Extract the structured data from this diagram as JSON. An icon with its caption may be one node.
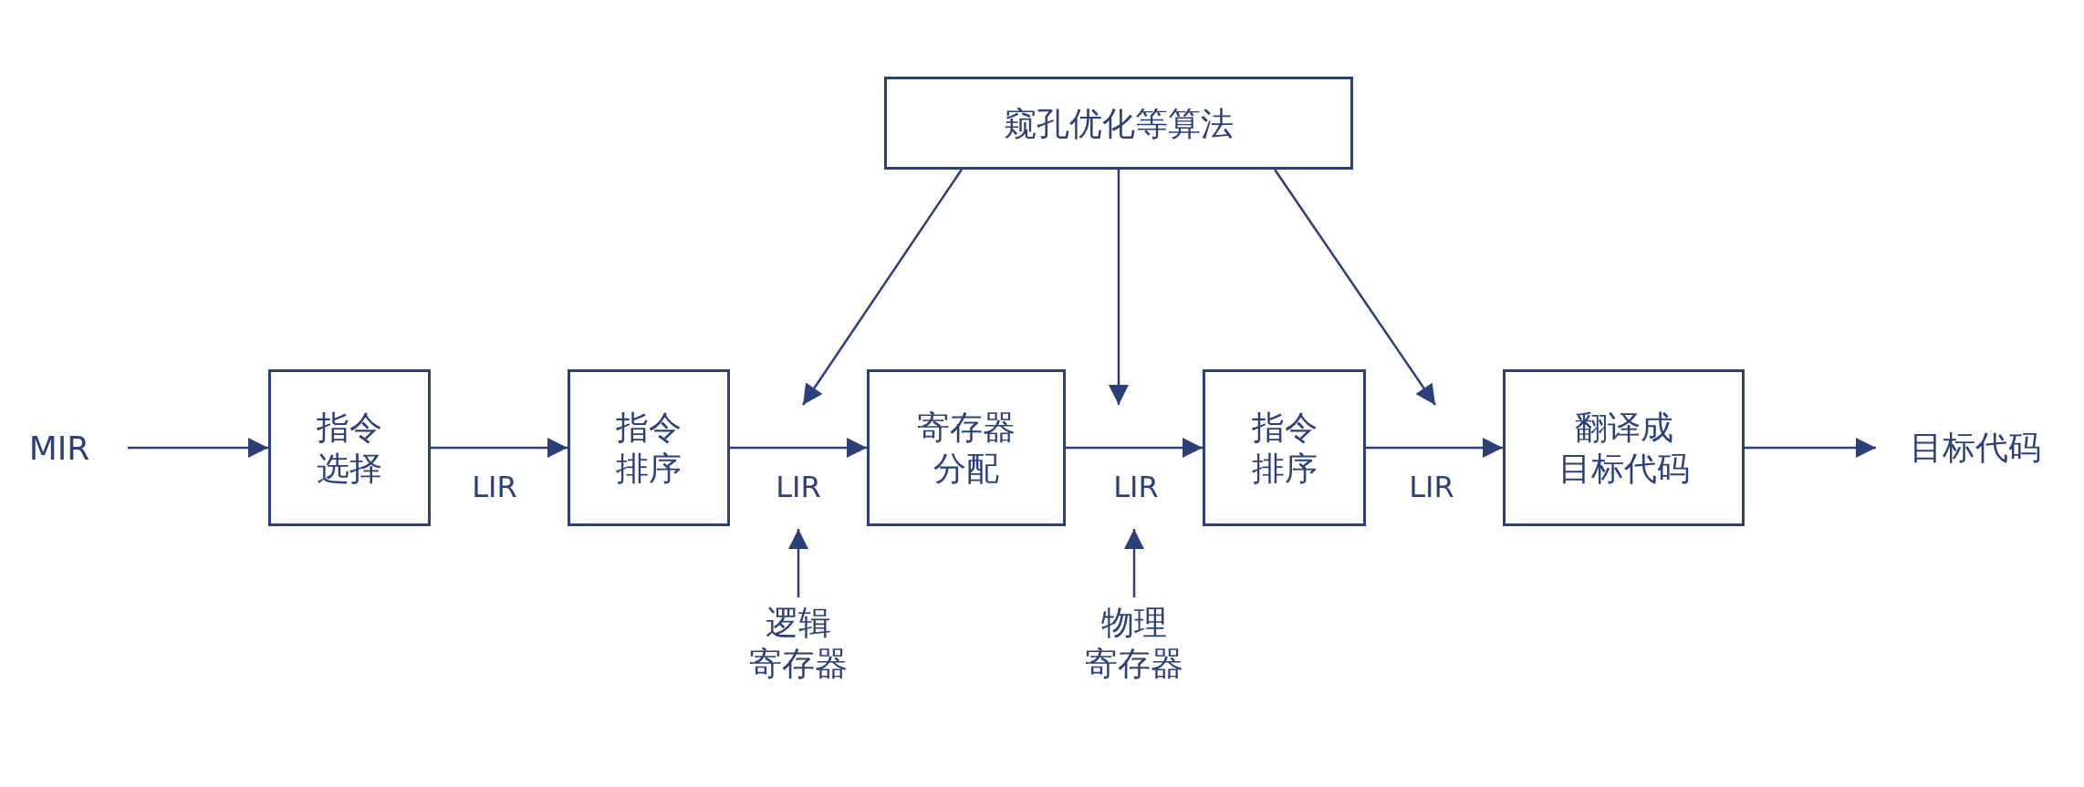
{
  "diagram": {
    "nodes": [
      {
        "text": [
          "MIR"
        ]
      },
      {
        "text": [
          "指令选择"
        ]
      },
      {
        "text": [
          "指令排序"
        ]
      },
      {
        "text": [
          "寄存器分配"
        ]
      },
      {
        "text": [
          "指令排序"
        ]
      },
      {
        "text": [
          "翻译成目标代码"
        ]
      },
      {
        "text": [
          "目标代码"
        ]
      },
      {
        "text": [
          "窥孔优化等算法"
        ]
      },
      {
        "text": [
          "逻辑寄存器"
        ]
      },
      {
        "text": [
          "物理寄存器"
        ]
      }
    ],
    "edges": [
      {
        "from": 0,
        "to": 1,
        "arrow": "to"
      },
      {
        "from": 1,
        "to": 2,
        "arrow": "to",
        "label": "LIR"
      },
      {
        "from": 2,
        "to": 3,
        "arrow": "to",
        "label": "LIR"
      },
      {
        "from": 3,
        "to": 4,
        "arrow": "to",
        "label": "LIR"
      },
      {
        "from": 4,
        "to": 5,
        "arrow": "to",
        "label": "LIR"
      },
      {
        "from": 5,
        "to": 6,
        "arrow": "to"
      },
      {
        "from": 7,
        "to": null,
        "arrow": "to"
      },
      {
        "from": 7,
        "to": null,
        "arrow": "to"
      },
      {
        "from": 7,
        "to": null,
        "arrow": "to"
      },
      {
        "from": 8,
        "to": null,
        "arrow": "to"
      },
      {
        "from": 9,
        "to": null,
        "arrow": "to"
      }
    ]
  }
}
